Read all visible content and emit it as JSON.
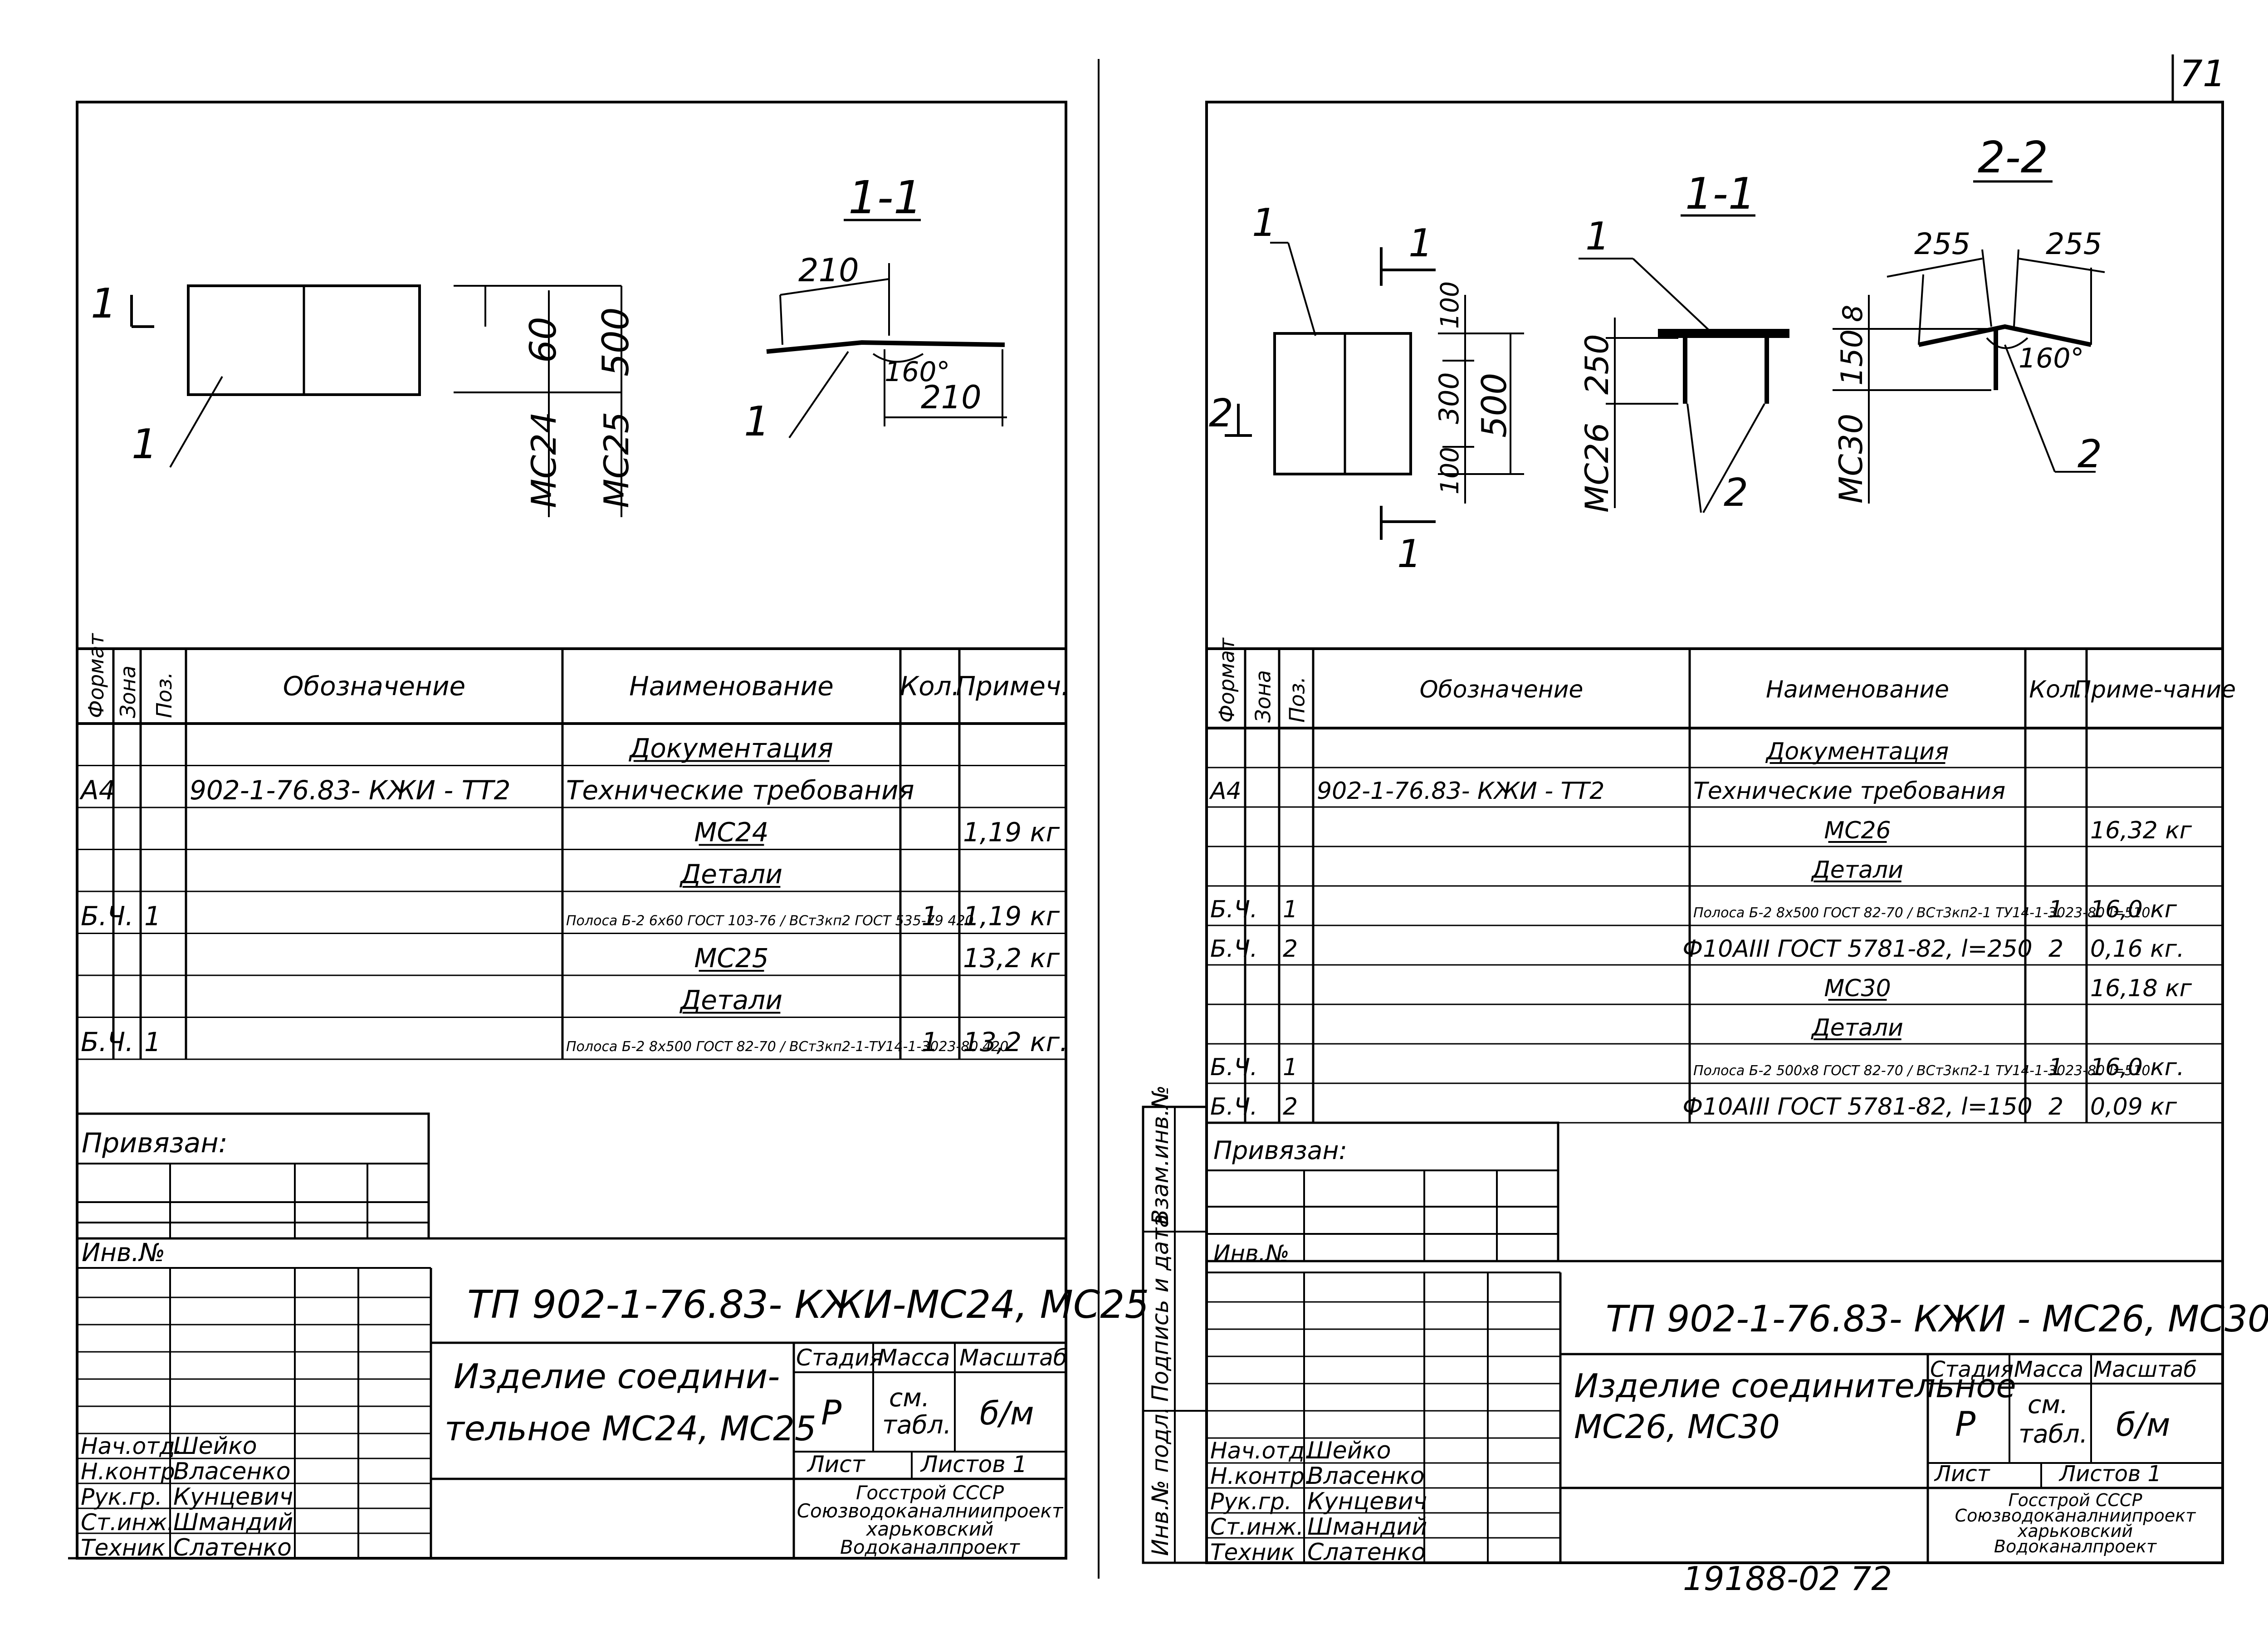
{
  "page_number": "71",
  "stamp_bottom": "19188-02   72",
  "left_sheet": {
    "section_label": "1-1",
    "cut_mark": "1",
    "pos_leader": "1",
    "dim_60": "60",
    "dim_500": "500",
    "label_mc24": "МС24",
    "label_mc25": "МС25",
    "dim_210_a": "210",
    "dim_210_b": "210",
    "angle": "160°",
    "pos_section": "1",
    "spec": {
      "headers": [
        "Формат",
        "Зона",
        "Поз.",
        "Обозначение",
        "Наименование",
        "Кол.",
        "Примеч."
      ],
      "rows": [
        [
          "",
          "",
          "",
          "",
          "Документация",
          "",
          ""
        ],
        [
          "А4",
          "",
          "",
          "902-1-76.83- КЖИ - ТТ2",
          "Технические требования",
          "",
          ""
        ],
        [
          "",
          "",
          "",
          "",
          "МС24",
          "",
          "1,19 кг"
        ],
        [
          "",
          "",
          "",
          "",
          "Детали",
          "",
          ""
        ],
        [
          "Б.Ч.",
          "",
          "1",
          "",
          "Полоса  Б-2 6x60 ГОСТ 103-76 / ВСт3кп2 ГОСТ 535-79  420",
          "1",
          "1,19 кг"
        ],
        [
          "",
          "",
          "",
          "",
          "МС25",
          "",
          "13,2 кг"
        ],
        [
          "",
          "",
          "",
          "",
          "Детали",
          "",
          ""
        ],
        [
          "Б.Ч.",
          "",
          "1",
          "",
          "Полоса  Б-2 8x500 ГОСТ 82-70 / ВСт3кп2-1-ТУ14-1-3023-80  420",
          "1",
          "13,2 кг."
        ]
      ]
    },
    "privyazan": "Привязан:",
    "inv_no": "Инв.№",
    "doc_code": "ТП 902-1-76.83- КЖИ-МС24, МС25",
    "title": "Изделие соедини-тельное МС24, МС25",
    "stage_label": "Стадия",
    "mass_label": "Масса",
    "scale_label": "Масштаб",
    "stage": "Р",
    "mass": "см. табл.",
    "scale": "б/м",
    "sheet_label": "Лист",
    "sheets_label": "Листов 1",
    "org": "Госстрой СССР / Союзводоканалниипроект / харьковский / Водоканалпроект",
    "signatures": [
      {
        "role": "Нач.отд.",
        "name": "Шейко"
      },
      {
        "role": "Н.контр.",
        "name": "Власенко"
      },
      {
        "role": "Рук.гр.",
        "name": "Кунцевич"
      },
      {
        "role": "Ст.инж.",
        "name": "Шмандий"
      },
      {
        "role": "Техник",
        "name": "Слатенко"
      }
    ]
  },
  "right_sheet": {
    "section_1": "1-1",
    "section_2": "2-2",
    "cut_mark_1": "1",
    "cut_mark_2": "2",
    "pos_1": "1",
    "pos_2": "2",
    "dim_100a": "100",
    "dim_300": "300",
    "dim_100b": "100",
    "dim_500": "500",
    "dim_250": "250",
    "dim_8": "8",
    "dim_150": "150",
    "label_mc26": "МС26",
    "label_mc30": "МС30",
    "dim_255_a": "255",
    "dim_255_b": "255",
    "angle": "160°",
    "side_labels": [
      "Взам.инв.№",
      "Подпись и дата",
      "Инв.№ подл."
    ],
    "spec": {
      "headers": [
        "Формат",
        "Зона",
        "Поз.",
        "Обозначение",
        "Наименование",
        "Кол.",
        "Приме-чание"
      ],
      "rows": [
        [
          "",
          "",
          "",
          "",
          "Документация",
          "",
          ""
        ],
        [
          "А4",
          "",
          "",
          "902-1-76.83- КЖИ - ТТ2",
          "Технические требования",
          "",
          ""
        ],
        [
          "",
          "",
          "",
          "",
          "МС26",
          "",
          "16,32 кг"
        ],
        [
          "",
          "",
          "",
          "",
          "Детали",
          "",
          ""
        ],
        [
          "Б.Ч.",
          "",
          "1",
          "",
          "Полоса  Б-2 8x500 ГОСТ 82-70 / ВСт3кп2-1 ТУ14-1-3023-80  l=510",
          "1",
          "16,0 кг"
        ],
        [
          "Б.Ч.",
          "",
          "2",
          "",
          "Ф10АIII ГОСТ 5781-82,  l=250",
          "2",
          "0,16 кг."
        ],
        [
          "",
          "",
          "",
          "",
          "МС30",
          "",
          "16,18 кг"
        ],
        [
          "",
          "",
          "",
          "",
          "Детали",
          "",
          ""
        ],
        [
          "Б.Ч.",
          "",
          "1",
          "",
          "Полоса  Б-2 500x8 ГОСТ 82-70 / ВСт3кп2-1 ТУ14-1-3023-80  l=510",
          "1",
          "16,0 кг."
        ],
        [
          "Б.Ч.",
          "",
          "2",
          "",
          "Ф10АIII ГОСТ 5781-82,  l=150",
          "2",
          "0,09 кг"
        ]
      ]
    },
    "privyazan": "Привязан:",
    "inv_no": "Инв.№",
    "doc_code": "ТП 902-1-76.83- КЖИ - МС26, МС30",
    "title": "Изделие соединительное МС26, МС30",
    "stage_label": "Стадия",
    "mass_label": "Масса",
    "scale_label": "Масштаб",
    "stage": "Р",
    "mass": "см. табл.",
    "scale": "б/м",
    "sheet_label": "Лист",
    "sheets_label": "Листов 1",
    "org": "Госстрой СССР / Союзводоканалниипроект / харьковский / Водоканалпроект",
    "signatures": [
      {
        "role": "Нач.отд.",
        "name": "Шейко"
      },
      {
        "role": "Н.контр.",
        "name": "Власенко"
      },
      {
        "role": "Рук.гр.",
        "name": "Кунцевич"
      },
      {
        "role": "Ст.инж.",
        "name": "Шмандий"
      },
      {
        "role": "Техник",
        "name": "Слатенко"
      }
    ]
  }
}
